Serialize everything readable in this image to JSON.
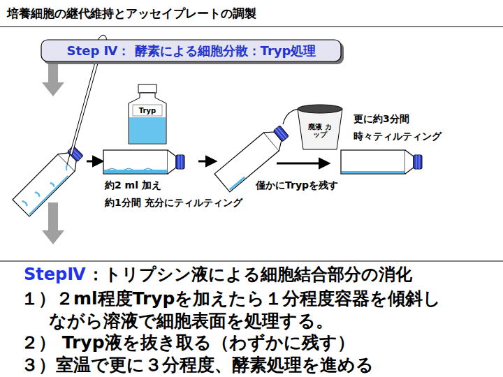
{
  "diagram": {
    "title": "培養細胞の継代維持とアッセイプレートの調製",
    "nodes": [
      {
        "text": [
          "Step Ⅳ： 酵素による細胞分散：Tryp処理"
        ]
      },
      {
        "text": [
          "Tryp"
        ]
      },
      {
        "text": [
          "廃液 カップ"
        ]
      }
    ],
    "labels": [
      "約2 ml 加え",
      "約1分間 充分にティルティング",
      "僅かにTrypを残す",
      "更に約3分間",
      "時々ティルティング",
      "StepⅣ",
      "：トリプシン液による細胞結合部分の消化",
      "１）２ml程度Trypを加えたら１分程度容器を傾斜し ながら溶液で細胞表面を処理する。",
      "２） Tryp液を抜き取る（わずかに残す）",
      "３）室温で更に３分程度、酵素処理を進める"
    ]
  }
}
